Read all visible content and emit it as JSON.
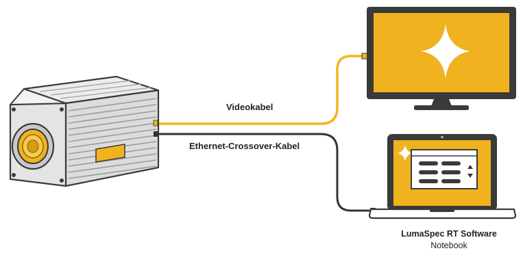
{
  "labels": {
    "video_cable": "Videokabel",
    "ethernet_cable": "Ethernet-Crossover-Kabel",
    "software_name": "LumaSpec RT Software",
    "software_device": "Notebook"
  },
  "colors": {
    "accent": "#f0b21e",
    "video_cable": "#f2b51c",
    "ethernet_cable": "#333333",
    "outline": "#3a3a3a",
    "camera_body": "#dcdcdc"
  },
  "icons": {
    "camera": "thermal-camera-icon",
    "monitor": "monitor-icon",
    "laptop": "laptop-icon",
    "sparkle": "sparkle-icon"
  }
}
